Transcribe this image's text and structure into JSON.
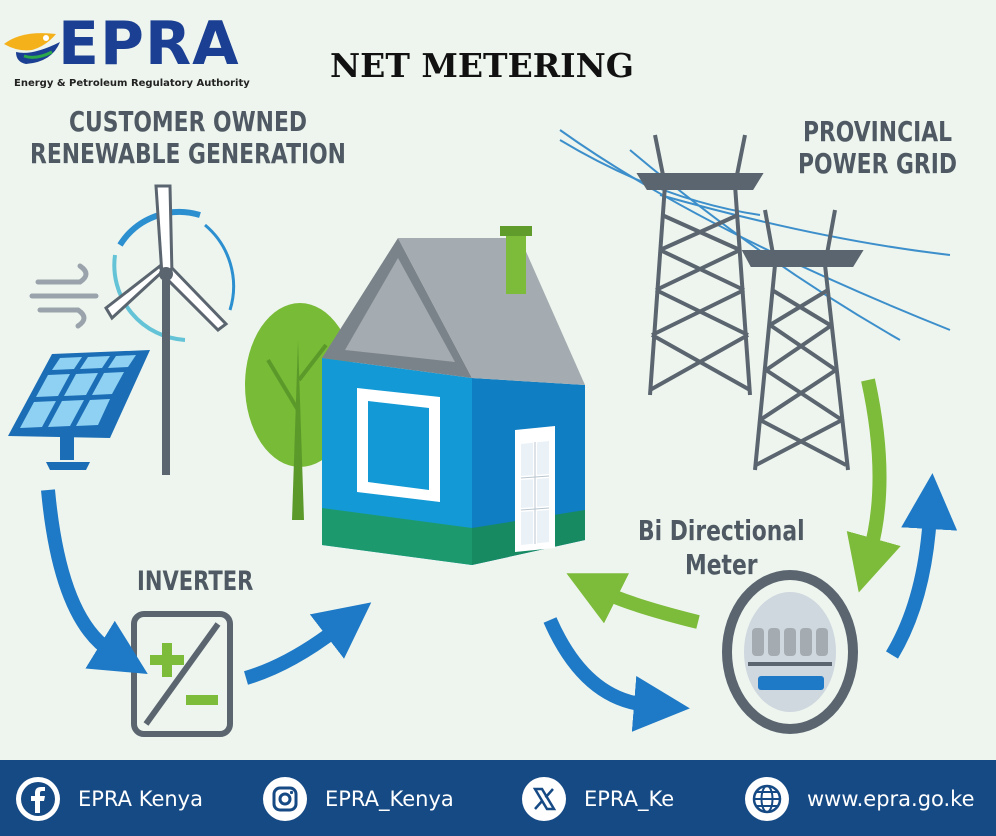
{
  "title": "NET METERING",
  "logo": {
    "name": "EPRA",
    "subtitle": "Energy & Petroleum Regulatory Authority"
  },
  "labels": {
    "customer": [
      "CUSTOMER OWNED",
      "RENEWABLE GENERATION"
    ],
    "grid": [
      "PROVINCIAL",
      "POWER GRID"
    ],
    "inverter": "INVERTER",
    "meter": [
      "Bi Directional",
      "Meter"
    ]
  },
  "footer": {
    "facebook": "EPRA Kenya",
    "instagram": "EPRA_Kenya",
    "x": "EPRA_Ke",
    "website": "www.epra.go.ke"
  },
  "colors": {
    "background": "#eef5ee",
    "footer": "#164a84",
    "blue_arrow": "#1e79c6",
    "green_arrow": "#7dbb3a",
    "house_wall": "#139ad6",
    "house_roof": "#a4acb1",
    "brand_blue": "#1b3f92"
  }
}
